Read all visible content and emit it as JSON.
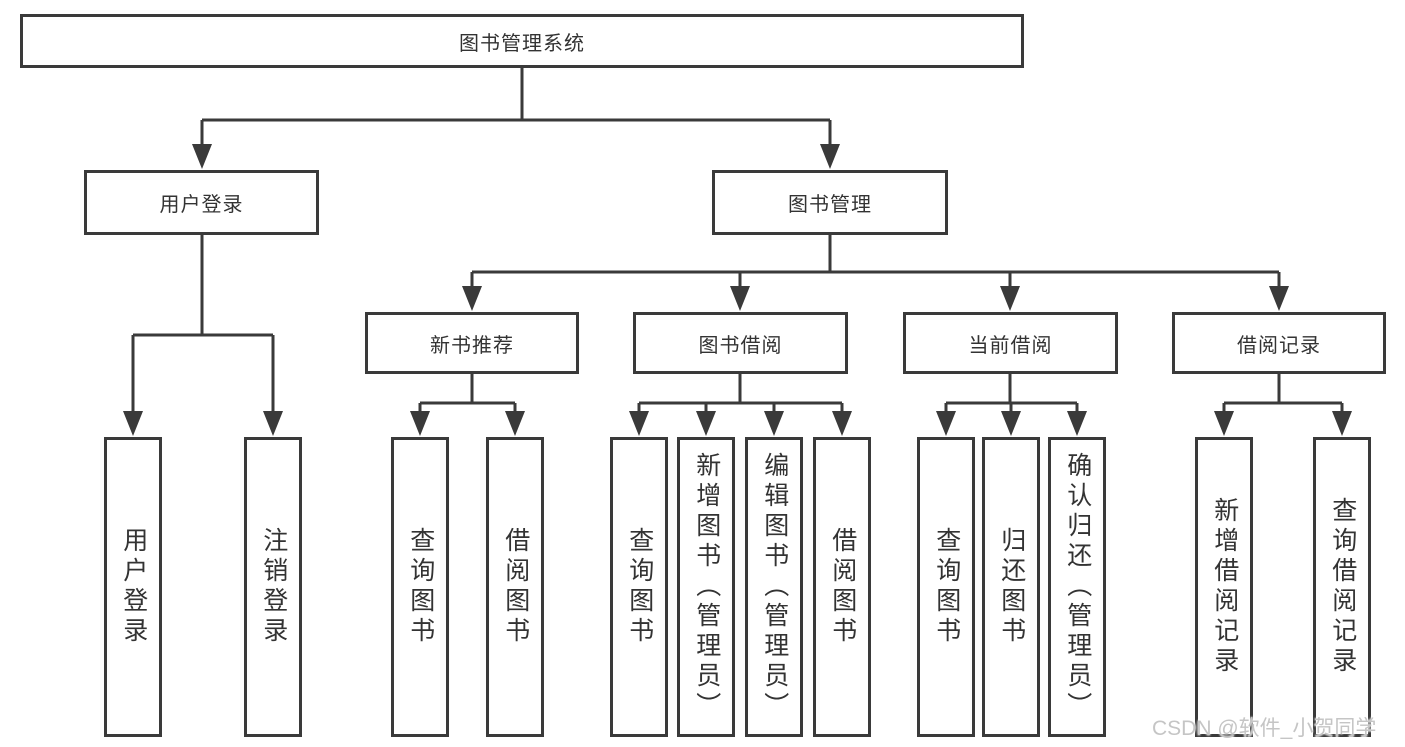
{
  "diagram": {
    "root": {
      "label": "图书管理系统"
    },
    "branches": [
      {
        "label": "用户登录",
        "leaves": [
          {
            "label": "用户登录"
          },
          {
            "label": "注销登录"
          }
        ]
      },
      {
        "label": "图书管理",
        "modules": [
          {
            "label": "新书推荐",
            "leaves": [
              {
                "label": "查询图书"
              },
              {
                "label": "借阅图书"
              }
            ]
          },
          {
            "label": "图书借阅",
            "leaves": [
              {
                "label": "查询图书"
              },
              {
                "label": "新增图书（管理员）"
              },
              {
                "label": "编辑图书（管理员）"
              },
              {
                "label": "借阅图书"
              }
            ]
          },
          {
            "label": "当前借阅",
            "leaves": [
              {
                "label": "查询图书"
              },
              {
                "label": "归还图书"
              },
              {
                "label": "确认归还（管理员）"
              }
            ]
          },
          {
            "label": "借阅记录",
            "leaves": [
              {
                "label": "新增借阅记录"
              },
              {
                "label": "查询借阅记录"
              }
            ]
          }
        ]
      }
    ]
  },
  "watermark": {
    "text": "CSDN @软件_小贺同学",
    "color": "#c5c5c5"
  },
  "colors": {
    "line": "#3a3a3a",
    "text": "#333333",
    "box_background": "#ffffff",
    "page_background": "#ffffff"
  }
}
